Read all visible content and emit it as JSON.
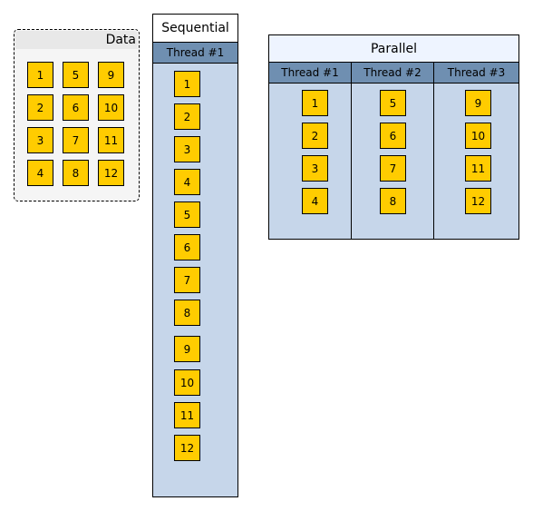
{
  "data_panel": {
    "title": "Data",
    "items": [
      "1",
      "2",
      "3",
      "4",
      "5",
      "6",
      "7",
      "8",
      "9",
      "10",
      "11",
      "12"
    ]
  },
  "sequential": {
    "title": "Sequential",
    "thread": "Thread #1",
    "items": [
      "1",
      "2",
      "3",
      "4",
      "5",
      "6",
      "7",
      "8",
      "9",
      "10",
      "11",
      "12"
    ]
  },
  "parallel": {
    "title": "Parallel",
    "threads": [
      {
        "label": "Thread #1",
        "items": [
          "1",
          "2",
          "3",
          "4"
        ]
      },
      {
        "label": "Thread #2",
        "items": [
          "5",
          "6",
          "7",
          "8"
        ]
      },
      {
        "label": "Thread #3",
        "items": [
          "9",
          "10",
          "11",
          "12"
        ]
      }
    ]
  },
  "colors": {
    "item_fill": "#ffcc00",
    "panel_fill": "#c6d6ea",
    "thread_header_fill": "#6f8fb1"
  }
}
